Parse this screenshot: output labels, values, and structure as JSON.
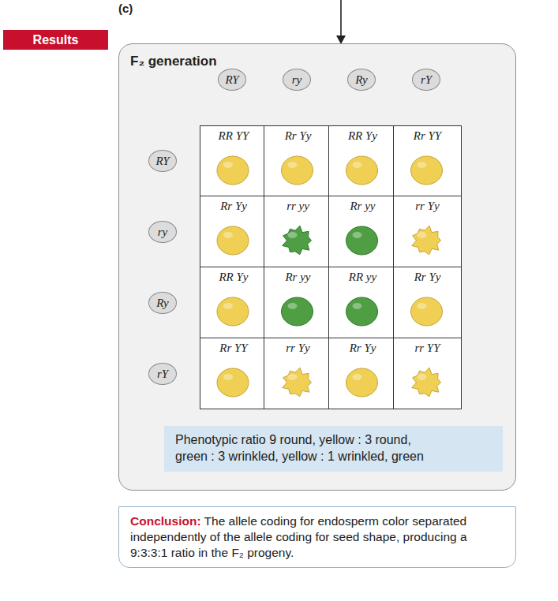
{
  "diagram": {
    "nodes": [
      {
        "text": [
          "Results"
        ]
      },
      {
        "text": [
          "F₂ generation"
        ]
      },
      {
        "text": [
          "RY"
        ],
        "in": 1
      },
      {
        "text": [
          "ry"
        ],
        "in": 1
      },
      {
        "text": [
          "Ry"
        ],
        "in": 1
      },
      {
        "text": [
          "rY"
        ],
        "in": 1
      },
      {
        "text": [
          "RY"
        ],
        "in": 1
      },
      {
        "text": [
          "RR YY"
        ],
        "in": 1
      },
      {
        "text": [
          "Rr Yy"
        ],
        "in": 1
      },
      {
        "text": [
          "RR Yy"
        ],
        "in": 1
      },
      {
        "text": [
          "Rr YY"
        ],
        "in": 1
      },
      {
        "text": [
          "ry"
        ],
        "in": 1
      },
      {
        "text": [
          "Rr Yy"
        ],
        "in": 1
      },
      {
        "text": [
          "rr yy"
        ],
        "in": 1
      },
      {
        "text": [
          "Rr yy"
        ],
        "in": 1
      },
      {
        "text": [
          "rr Yy"
        ],
        "in": 1
      },
      {
        "text": [
          "Ry"
        ],
        "in": 1
      },
      {
        "text": [
          "RR Yy"
        ],
        "in": 1
      },
      {
        "text": [
          "Rr yy"
        ],
        "in": 1
      },
      {
        "text": [
          "RR yy"
        ],
        "in": 1
      },
      {
        "text": [
          "Rr Yy"
        ],
        "in": 1
      },
      {
        "text": [
          "rY"
        ],
        "in": 1
      },
      {
        "text": [
          "Rr YY"
        ],
        "in": 1
      },
      {
        "text": [
          "rr Yy"
        ],
        "in": 1
      },
      {
        "text": [
          "Rr Yy"
        ],
        "in": 1
      },
      {
        "text": [
          "rr YY"
        ],
        "in": 1
      },
      {
        "text": [
          "Phenotypic ratio 9 round, yellow : 3 round, green : 3 wrinkled, yellow : 1 wrinkled, green"
        ]
      },
      {
        "text": [
          "Conclusion:",
          "The allele coding for endosperm color separated independently of the allele coding for seed shape, producing a 9:3:3:1 ratio in the F₂ progeny."
        ]
      }
    ],
    "labels": [
      "(c)"
    ]
  }
}
